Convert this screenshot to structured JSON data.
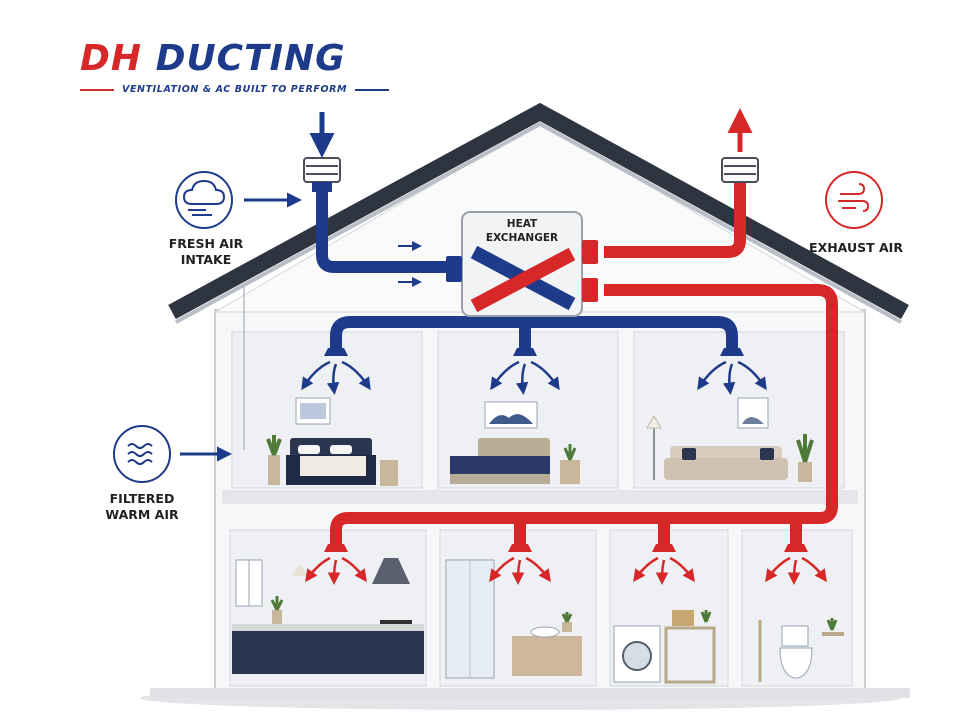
{
  "brand": {
    "name_part1": "DH",
    "name_part2": "DUCTING",
    "tagline": "VENTILATION & AC BUILT TO PERFORM"
  },
  "labels": {
    "heat_exchanger_line1": "HEAT",
    "heat_exchanger_line2": "EXCHANGER",
    "fresh_air_line1": "FRESH AIR",
    "fresh_air_line2": "INTAKE",
    "exhaust_air": "EXHAUST AIR",
    "filtered_line1": "FILTERED",
    "filtered_line2": "WARM AIR"
  },
  "icons": {
    "fresh_air": "wind-cloud-icon",
    "exhaust_air": "wind-lines-icon",
    "filtered_air": "wave-lines-icon"
  },
  "colors": {
    "supply_duct": "#1d3b8a",
    "exhaust_duct": "#d62828",
    "roof": "#2e3440",
    "wall": "#f3f4f6",
    "room": "#eef0f3"
  },
  "upper_floor": {
    "rooms": [
      "bedroom-1",
      "bedroom-2",
      "living-room"
    ]
  },
  "lower_floor": {
    "rooms": [
      "kitchen",
      "bathroom",
      "laundry",
      "toilet"
    ]
  }
}
